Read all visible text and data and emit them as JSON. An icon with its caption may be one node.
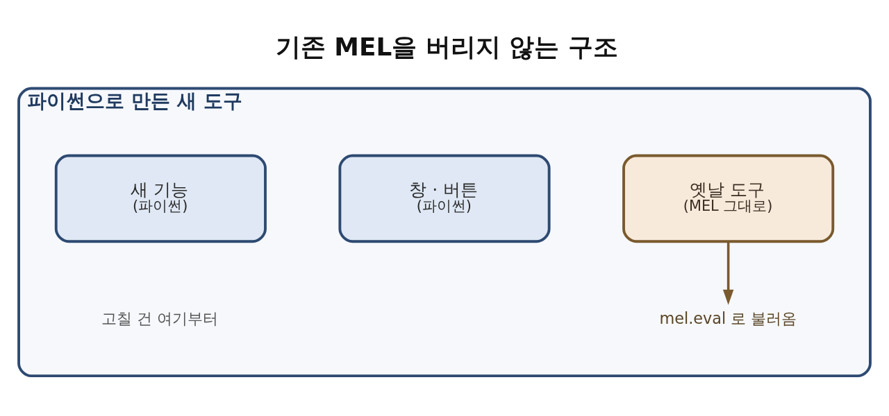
{
  "diagram": {
    "title": "기존 MEL을 버리지 않는 구조",
    "nodes": [
      {
        "text": [
          "파이썬으로 만든 새 도구"
        ]
      },
      {
        "text": [
          "새 기능",
          "(파이썬)"
        ],
        "in": 0
      },
      {
        "text": [
          "창 · 버튼",
          "(파이썬)"
        ],
        "in": 0
      },
      {
        "text": [
          "옛날 도구",
          "(MEL 그대로)"
        ],
        "in": 0
      },
      {
        "text": [
          "mel.eval 로 불러옴"
        ],
        "in": 0
      }
    ],
    "edges": [
      {
        "from": 3,
        "to": 4,
        "arrow": "to",
        "color": "#7a5a2e"
      }
    ],
    "labels": [
      "고칠 건 여기부터"
    ]
  }
}
